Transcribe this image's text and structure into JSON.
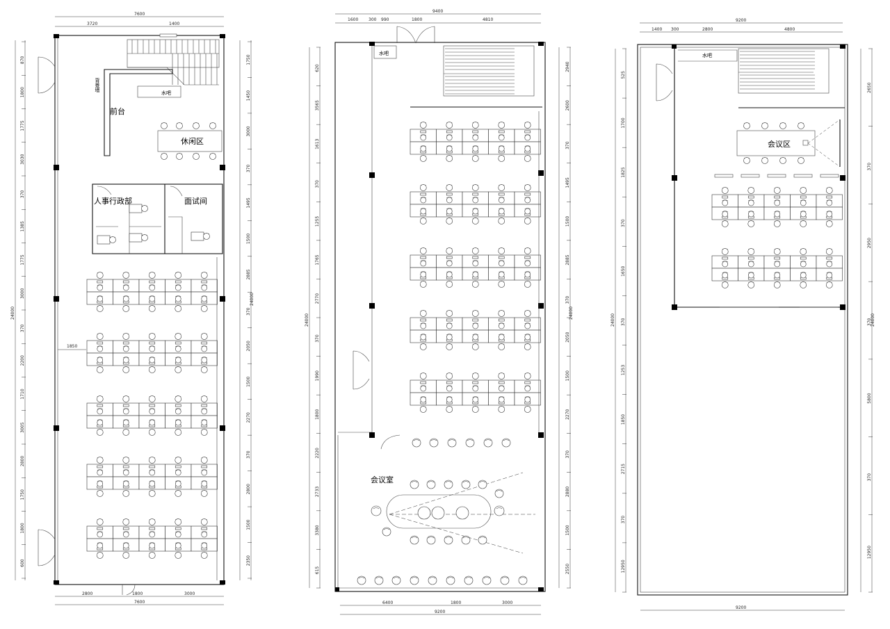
{
  "plans": [
    {
      "id": "plan-1",
      "rooms": {
        "reception": "前台",
        "lounge": "休闲区",
        "hr_admin": "人事行政部",
        "interview": "面试间",
        "water_bar": "水吧",
        "feature_wall": "背景墙"
      },
      "top_dims": {
        "total": "7600",
        "segments": [
          "3720",
          "1400"
        ]
      },
      "bottom_dims": {
        "segments": [
          "2800",
          "1800",
          "3000"
        ],
        "total": "7600"
      },
      "aisle_dim": "1850",
      "left_dims": [
        "870",
        "1800",
        "1775",
        "3030",
        "370",
        "1385",
        "1775",
        "3000",
        "370",
        "2200",
        "1710",
        "3005",
        "2800",
        "1750",
        "1800",
        "600"
      ],
      "left_total": "24000",
      "right_dims": [
        "1750",
        "1450",
        "3000",
        "370",
        "1495",
        "1500",
        "2885",
        "370",
        "2050",
        "1500",
        "2270",
        "370",
        "2800",
        "1500",
        "2350"
      ],
      "right_total": "24000"
    },
    {
      "id": "plan-2",
      "rooms": {
        "water_bar": "水吧",
        "meeting_room": "会议室"
      },
      "top_dims": {
        "total": "9400",
        "segments": [
          "1600",
          "300",
          "990",
          "1800",
          "4810"
        ]
      },
      "bottom_dims": {
        "segments": [
          "6400",
          "1800",
          "3000"
        ],
        "total": "9200"
      },
      "left_dims": [
        "620",
        "3565",
        "1613",
        "370",
        "1255",
        "1765",
        "2770",
        "370",
        "1990",
        "1800",
        "2220",
        "2733",
        "3380",
        "615"
      ],
      "left_total": "24000",
      "right_dims": [
        "2940",
        "2600",
        "370",
        "1495",
        "1500",
        "2885",
        "370",
        "2050",
        "1500",
        "2270",
        "370",
        "2880",
        "1500",
        "2550"
      ],
      "right_total": "24000"
    },
    {
      "id": "plan-3",
      "rooms": {
        "water_bar": "水吧",
        "meeting_area": "会议区"
      },
      "top_dims": {
        "total": "9200",
        "segments": [
          "1400",
          "300",
          "2800",
          "4800"
        ]
      },
      "bottom_dims": {
        "total": "9200"
      },
      "left_dims": [
        "525",
        "1700",
        "1825",
        "370",
        "1650",
        "370",
        "1253",
        "1850",
        "2715",
        "370",
        "12950"
      ],
      "left_total": "24000",
      "right_dims": [
        "2650",
        "370",
        "2950",
        "370",
        "5800",
        "370",
        "12950"
      ],
      "right_total": "24000"
    }
  ]
}
